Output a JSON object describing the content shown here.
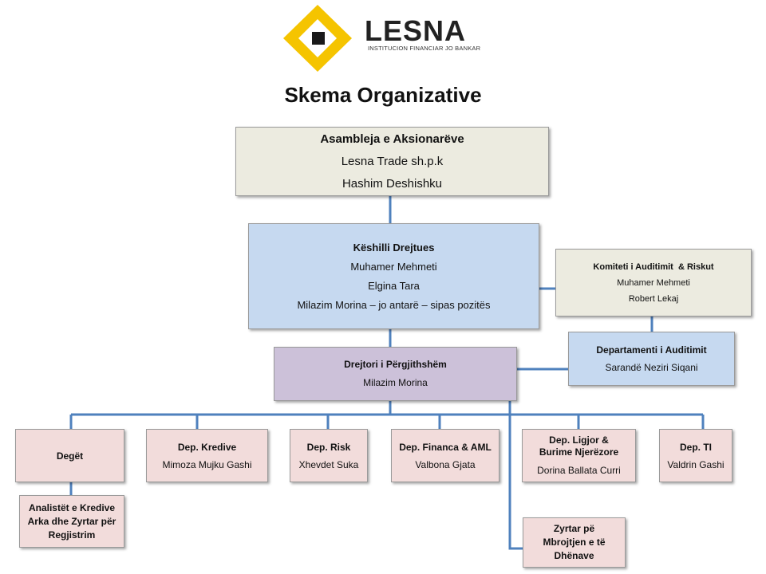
{
  "logo": {
    "name": "LESNA",
    "tagline": "INSTITUCION FINANCIAR JO BANKAR"
  },
  "title": "Skema Organizative",
  "boxes": {
    "assembly": {
      "title": "Asambleja e Aksionarëve",
      "line1": "Lesna Trade sh.p.k",
      "line2": "Hashim Deshishku"
    },
    "board": {
      "title": "Këshilli Drejtues",
      "line1": "Muhamer Mehmeti",
      "line2": "Elgina Tara",
      "line3": "Milazim Morina – jo antarë – sipas pozitës"
    },
    "audit_committee": {
      "title": "Komiteti i Auditimit  & Riskut",
      "line1": "Muhamer Mehmeti",
      "line2": "Robert Lekaj"
    },
    "audit_dept": {
      "title": "Departamenti i Auditimit",
      "line1": "Sarandë Neziri Siqani"
    },
    "ceo": {
      "title": "Drejtori i Përgjithshëm",
      "line1": "Milazim Morina"
    },
    "branches": {
      "title": "Degët"
    },
    "credit": {
      "title": "Dep. Kredive",
      "line1": "Mimoza Mujku Gashi"
    },
    "risk": {
      "title": "Dep. Risk",
      "line1": "Xhevdet Suka"
    },
    "finance": {
      "title": "Dep. Financa & AML",
      "line1": "Valbona Gjata"
    },
    "legal_hr": {
      "title1": "Dep. Ligjor &",
      "title2": "Burime Njerëzore",
      "line1": "Dorina Ballata Curri"
    },
    "it": {
      "title": "Dep. TI",
      "line1": "Valdrin Gashi"
    },
    "analysts": {
      "line1": "Analistët e Kredive",
      "line2": "Arka dhe Zyrtar për",
      "line3": "Regjistrim"
    },
    "dpo": {
      "line1": "Zyrtar pë",
      "line2": "Mbrojtjen e të",
      "line3": "Dhënave"
    }
  }
}
